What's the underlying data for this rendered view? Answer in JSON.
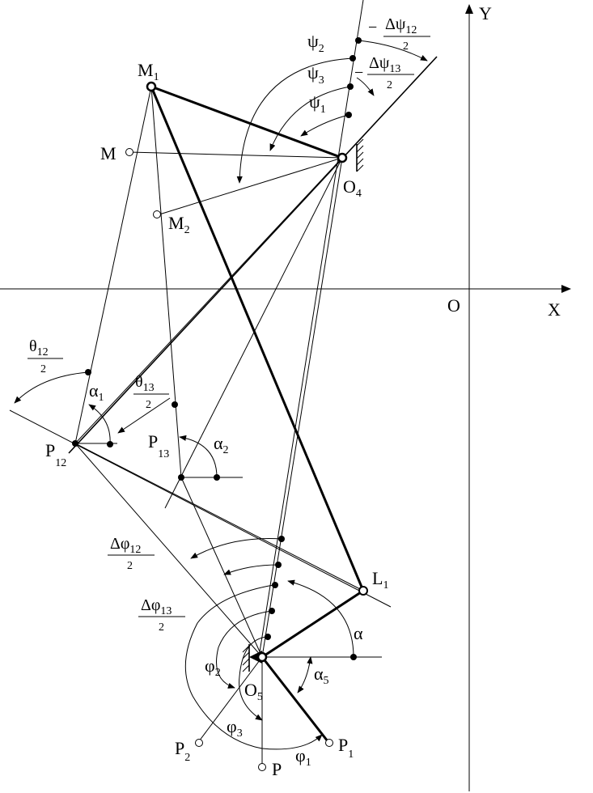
{
  "axes": {
    "x": "X",
    "y": "Y",
    "origin": "O"
  },
  "points": {
    "M1": {
      "base": "M",
      "sub": "1"
    },
    "M": {
      "base": "M",
      "sub": ""
    },
    "M2": {
      "base": "M",
      "sub": "2"
    },
    "O4": {
      "base": "O",
      "sub": "4"
    },
    "O5": {
      "base": "O",
      "sub": "5"
    },
    "L1": {
      "base": "L",
      "sub": "1"
    },
    "P12": {
      "base": "P",
      "sub": "12"
    },
    "P13": {
      "base": "P",
      "sub": "13"
    },
    "P": {
      "base": "P",
      "sub": ""
    },
    "P1": {
      "base": "P",
      "sub": "1"
    },
    "P2": {
      "base": "P",
      "sub": "2"
    }
  },
  "angles": {
    "psi1": {
      "base": "ψ",
      "sub": "1"
    },
    "psi2": {
      "base": "ψ",
      "sub": "2"
    },
    "psi3": {
      "base": "ψ",
      "sub": "3"
    },
    "phi1": {
      "base": "φ",
      "sub": "1"
    },
    "phi2": {
      "base": "φ",
      "sub": "2"
    },
    "phi3": {
      "base": "φ",
      "sub": "3"
    },
    "alpha": {
      "base": "α",
      "sub": ""
    },
    "alpha1": {
      "base": "α",
      "sub": "1"
    },
    "alpha2": {
      "base": "α",
      "sub": "2"
    },
    "alpha5": {
      "base": "α",
      "sub": "5"
    }
  },
  "fractions": {
    "dpsi12": {
      "sign": "−",
      "num": "Δψ",
      "sub": "12",
      "den": "2"
    },
    "dpsi13": {
      "sign": "−",
      "num": "Δψ",
      "sub": "13",
      "den": "2"
    },
    "theta12": {
      "sign": "",
      "num": "θ",
      "sub": "12",
      "den": "2"
    },
    "theta13": {
      "sign": "",
      "num": "θ",
      "sub": "13",
      "den": "2"
    },
    "dphi12": {
      "sign": "",
      "num": "Δφ",
      "sub": "12",
      "den": "2"
    },
    "dphi13": {
      "sign": "",
      "num": "Δφ",
      "sub": "13",
      "den": "2"
    }
  }
}
